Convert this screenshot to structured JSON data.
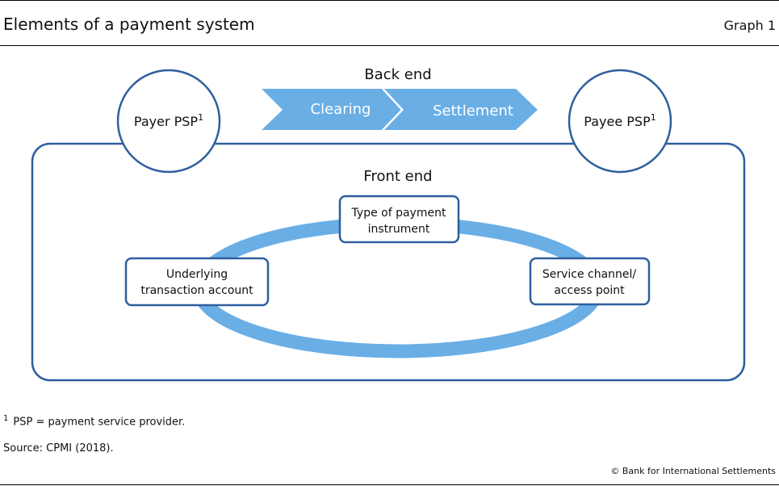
{
  "header": {
    "title": "Elements of a payment system",
    "graph_label": "Graph 1"
  },
  "diagram": {
    "back_end_label": "Back end",
    "front_end_label": "Front end",
    "arrows": [
      "Clearing",
      "Settlement"
    ],
    "payer": {
      "label": "Payer PSP",
      "sup": "1"
    },
    "payee": {
      "label": "Payee PSP",
      "sup": "1"
    },
    "boxes": {
      "instrument": [
        "Type of payment",
        "instrument"
      ],
      "account": [
        "Underlying",
        "transaction account"
      ],
      "channel": [
        "Service channel/",
        "access point"
      ]
    },
    "colors": {
      "outline": "#2e5f9e",
      "arrow_fill": "#6aaee6",
      "ellipse": "#6aaee6"
    }
  },
  "footer": {
    "footnote_marker": "1",
    "footnote": "PSP = payment service provider.",
    "source": "Source: CPMI (2018).",
    "copyright": "© Bank for International Settlements"
  }
}
